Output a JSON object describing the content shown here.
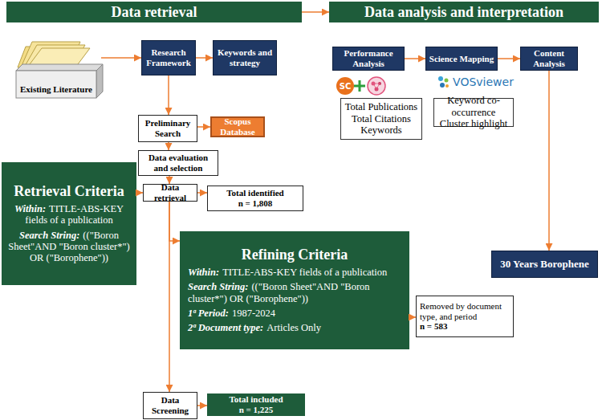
{
  "diagram": {
    "nodes": [
      {
        "text": [
          "Data retrieval"
        ]
      },
      {
        "text": [
          "Data analysis and interpretation"
        ]
      },
      {
        "text": [
          "Existing Literature"
        ]
      },
      {
        "text": [
          "Research Framework"
        ]
      },
      {
        "text": [
          "Keywords and strategy"
        ]
      },
      {
        "text": [
          "Performance Analysis"
        ]
      },
      {
        "text": [
          "Science Mapping"
        ]
      },
      {
        "text": [
          "Content Analysis"
        ]
      },
      {
        "text": [
          "Total Publications",
          "Total Citations",
          "Keywords"
        ]
      },
      {
        "text": [
          "Keyword co-occurrence",
          "Cluster highlight"
        ]
      },
      {
        "text": [
          "Preliminary Search"
        ]
      },
      {
        "text": [
          "Scopus Database"
        ]
      },
      {
        "text": [
          "Data evaluation and selection"
        ]
      },
      {
        "text": [
          "Retrieval Criteria",
          "Within:",
          "TITLE-ABS-KEY fields of a publication",
          "Search String:",
          "((\"Boron Sheet\"AND \"Boron cluster*\") OR (\"Borophene\"))"
        ]
      },
      {
        "text": [
          "Data retrieval"
        ]
      },
      {
        "text": [
          "Total identified",
          "n = 1,808"
        ]
      },
      {
        "text": [
          "Refining Criteria",
          "Within:",
          "TITLE-ABS-KEY fields of a publication",
          "Search String:",
          "((\"Boron Sheet\"AND \"Boron cluster*\") OR (\"Borophene\"))",
          "1ª Period:",
          "1987-2024",
          "2ª Document type:",
          "Articles Only"
        ]
      },
      {
        "text": [
          "Removed by document type, and period",
          "n = 583"
        ]
      },
      {
        "text": [
          "30 Years Borophene"
        ]
      },
      {
        "text": [
          "Data Screening"
        ]
      },
      {
        "text": [
          "Total included",
          "n = 1,225"
        ]
      }
    ],
    "edges": [
      {
        "from": 0,
        "to": 1,
        "arrow": "to"
      },
      {
        "from": 2,
        "to": 3,
        "arrow": "to"
      },
      {
        "from": 3,
        "to": 4,
        "arrow": "to"
      },
      {
        "from": 3,
        "to": 10,
        "arrow": "to"
      },
      {
        "from": 10,
        "to": 11,
        "arrow": "to"
      },
      {
        "from": 10,
        "to": 12,
        "arrow": "to"
      },
      {
        "from": 12,
        "to": 14,
        "arrow": "to"
      },
      {
        "from": 13,
        "to": 14,
        "arrow": "to"
      },
      {
        "from": 14,
        "to": 15,
        "arrow": "to"
      },
      {
        "from": 14,
        "to": 16,
        "arrow": "to"
      },
      {
        "from": 14,
        "to": 19,
        "arrow": "to"
      },
      {
        "from": 16,
        "to": 17,
        "arrow": "to"
      },
      {
        "from": 19,
        "to": 20,
        "arrow": "to"
      },
      {
        "from": 5,
        "to": 6,
        "arrow": "to"
      },
      {
        "from": 6,
        "to": 7,
        "arrow": "to"
      },
      {
        "from": 7,
        "to": 18,
        "arrow": "to"
      }
    ],
    "labels": [
      "SC",
      "VOSviewer"
    ]
  }
}
